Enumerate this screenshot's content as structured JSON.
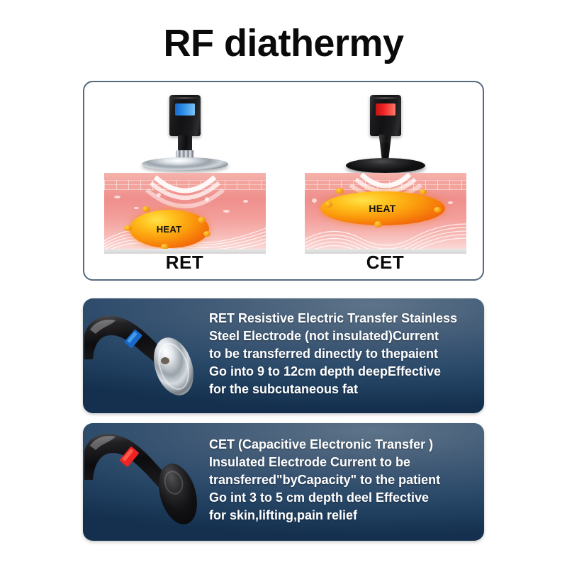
{
  "title": "RF diathermy",
  "diagram": {
    "columns": [
      {
        "label": "RET",
        "probe_window_color": "#2f8fe8",
        "electrode_type": "stainless-steel-disc",
        "heat_label": "HEAT"
      },
      {
        "label": "CET",
        "probe_window_color": "#ef2323",
        "electrode_type": "insulated-black-disc",
        "heat_label": "HEAT"
      }
    ]
  },
  "cards": [
    {
      "id": "ret",
      "band_color": "#1668c9",
      "electrode_finish": "chrome",
      "lines": [
        "RET Resistive Electric Transfer Stainless",
        "Steel Electrode (not insulated)Current",
        "to be transferred dinectly to thepaient",
        "Go into 9 to 12cm depth deepEffective",
        "for the subcutaneous fat"
      ]
    },
    {
      "id": "cet",
      "band_color": "#ef2323",
      "electrode_finish": "black",
      "lines": [
        "CET (Capacitive Electronic Transfer )",
        "Insulated Electrode Current to be",
        "transferred\"byCapacity\" to the patient",
        "Go int 3 to 5 cm depth deel Effective",
        "for skin,lifting,pain relief"
      ]
    }
  ],
  "colors": {
    "page_background": "#ffffff",
    "panel_border": "#56697f",
    "card_gradient_light": "#5d7489",
    "card_gradient_dark": "#14304e",
    "heat_orange": "#fb9a0c",
    "skin_pink": "#ef8f8c",
    "title_text": "#0a0a0a",
    "card_text": "#ffffff"
  }
}
